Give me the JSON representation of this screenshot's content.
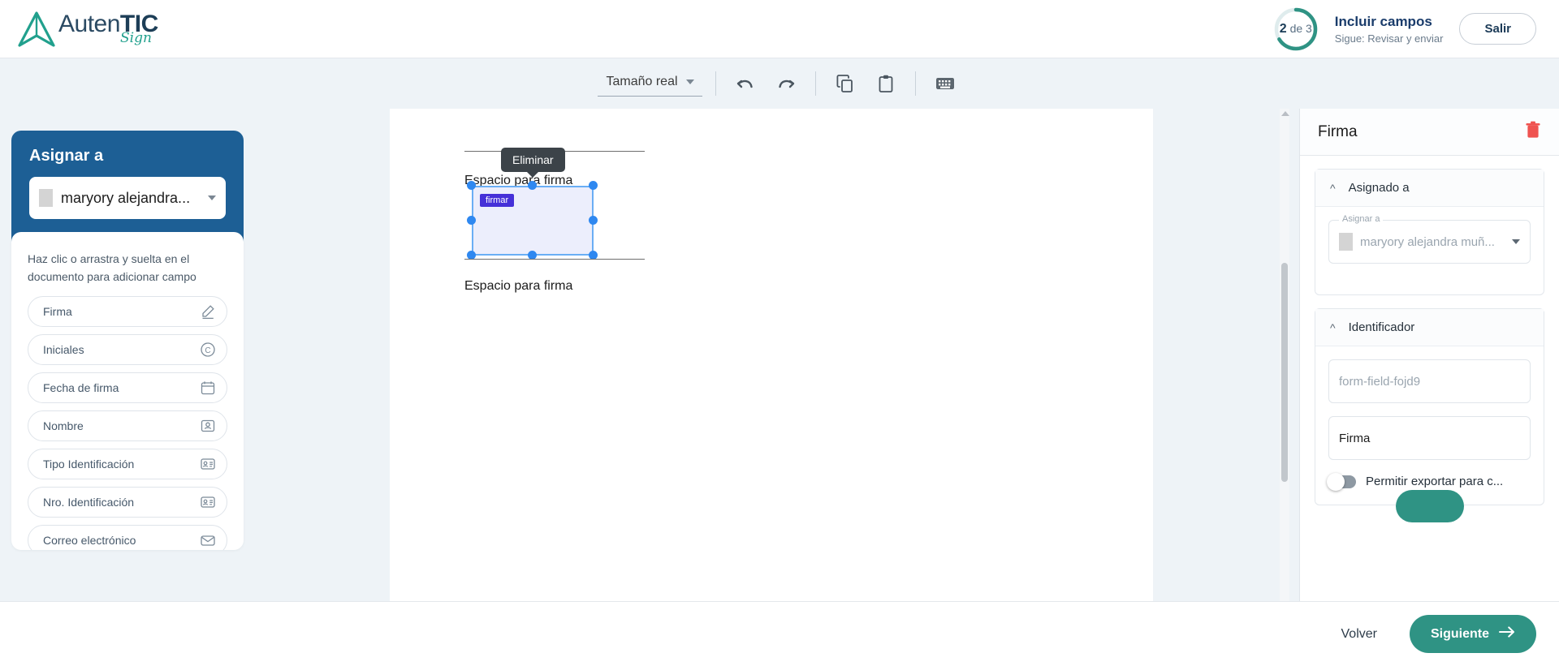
{
  "header": {
    "logo": {
      "text_plain": "Auten",
      "text_bold": "TIC",
      "sub": "Sign"
    },
    "step": {
      "current": "2",
      "separator": "de",
      "total": "3",
      "title": "Incluir campos",
      "next_hint": "Sigue: Revisar y enviar"
    },
    "exit_label": "Salir"
  },
  "toolbar": {
    "zoom_label": "Tamaño real",
    "icons": [
      "undo-icon",
      "redo-icon",
      "copy-icon",
      "paste-icon",
      "keyboard-icon"
    ]
  },
  "sidebar": {
    "assign_title": "Asignar a",
    "assign_value": "maryory alejandra...",
    "hint": "Haz clic o arrastra y suelta en el documento para adicionar campo",
    "fields": [
      {
        "label": "Firma",
        "icon": "pen-icon"
      },
      {
        "label": "Iniciales",
        "icon": "circle-c-icon"
      },
      {
        "label": "Fecha de firma",
        "icon": "calendar-icon"
      },
      {
        "label": "Nombre",
        "icon": "person-badge-icon"
      },
      {
        "label": "Tipo Identificación",
        "icon": "id-card-icon"
      },
      {
        "label": "Nro. Identificación",
        "icon": "id-card-icon"
      },
      {
        "label": "Correo electrónico",
        "icon": "envelope-icon"
      }
    ]
  },
  "document": {
    "label_top": "Espacio para firma",
    "label_bottom": "Espacio para firma",
    "placed_field": {
      "badge": "firmar",
      "tooltip": "Eliminar"
    }
  },
  "right_panel": {
    "title": "Firma",
    "delete_icon": "trash-icon",
    "sections": [
      {
        "title": "Asignado a",
        "field_label": "Asignar a",
        "field_value": "maryory alejandra muñ..."
      },
      {
        "title": "Identificador",
        "placeholder_value": "form-field-fojd9",
        "name_value": "Firma",
        "toggle_label": "Permitir exportar para c...",
        "toggle_on": false
      }
    ]
  },
  "footer": {
    "back_label": "Volver",
    "next_label": "Siguiente",
    "next_icon": "arrow-right-icon"
  },
  "colors": {
    "brand_blue": "#1d5f95",
    "brand_teal": "#2f9384",
    "accent_handle": "#2f88f0",
    "badge_purple": "#4530d8",
    "danger_red": "#ef5350",
    "canvas_bg": "#eef3f7"
  }
}
